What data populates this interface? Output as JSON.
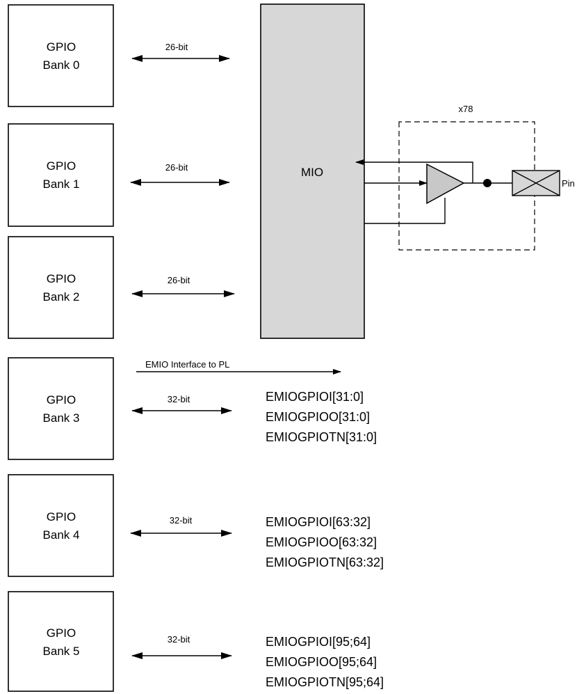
{
  "banks": [
    {
      "line1": "GPIO",
      "line2": "Bank 0",
      "width": "26-bit"
    },
    {
      "line1": "GPIO",
      "line2": "Bank 1",
      "width": "26-bit"
    },
    {
      "line1": "GPIO",
      "line2": "Bank 2",
      "width": "26-bit"
    },
    {
      "line1": "GPIO",
      "line2": "Bank 3",
      "width": "32-bit"
    },
    {
      "line1": "GPIO",
      "line2": "Bank 4",
      "width": "32-bit"
    },
    {
      "line1": "GPIO",
      "line2": "Bank 5",
      "width": "32-bit"
    }
  ],
  "mio": {
    "label": "MIO"
  },
  "pad": {
    "multiplier": "x78",
    "pin_label": "Pin"
  },
  "emio": {
    "interface_label": "EMIO Interface to PL",
    "signal_groups": [
      [
        "EMIOGPIOI[31:0]",
        "EMIOGPIOO[31:0]",
        "EMIOGPIOTN[31:0]"
      ],
      [
        "EMIOGPIOI[63:32]",
        "EMIOGPIOO[63:32]",
        "EMIOGPIOTN[63:32]"
      ],
      [
        "EMIOGPIOI[95;64]",
        "EMIOGPIOO[95;64]",
        "EMIOGPIOTN[95;64]"
      ]
    ]
  },
  "colors": {
    "mio_fill": "#d7d7d7",
    "buffer_fill": "#c8c8c8",
    "line": "#000000"
  }
}
